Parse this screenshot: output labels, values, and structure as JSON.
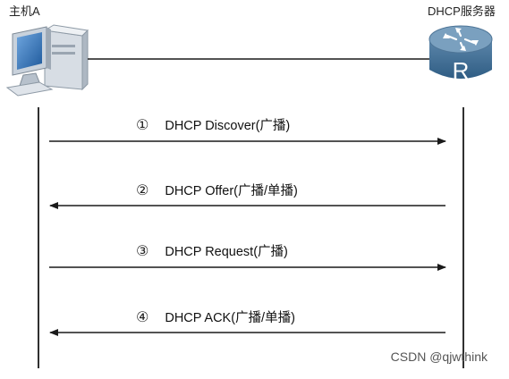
{
  "nodes": {
    "host": {
      "label": "主机A",
      "icon": "computer-icon"
    },
    "server": {
      "label": "DHCP服务器",
      "icon": "router-icon"
    }
  },
  "messages": [
    {
      "number": "①",
      "text": "DHCP Discover(广播)",
      "direction": "host-to-server"
    },
    {
      "number": "②",
      "text": "DHCP Offer(广播/单播)",
      "direction": "server-to-host"
    },
    {
      "number": "③",
      "text": "DHCP Request(广播)",
      "direction": "host-to-server"
    },
    {
      "number": "④",
      "text": "DHCP ACK(广播/单播)",
      "direction": "server-to-host"
    }
  ],
  "watermark": "CSDN @qjwthink",
  "colors": {
    "line": "#1a1a1a",
    "router_body": "#3f6f95",
    "router_top": "#6d95b5",
    "computer_body": "#c9d2dc",
    "computer_screen": "#2f6fb3"
  }
}
